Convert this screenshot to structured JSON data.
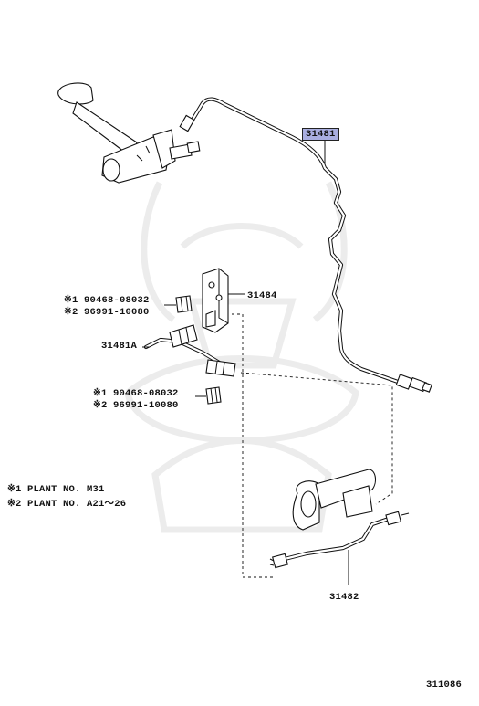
{
  "callouts": {
    "main_line": "31481",
    "bracket": "31484",
    "hose": "31481A",
    "rear_tube": "31482"
  },
  "upper_clips": [
    {
      "mark": "※1",
      "part": "90468-08032"
    },
    {
      "mark": "※2",
      "part": "96991-10080"
    }
  ],
  "lower_clips": [
    {
      "mark": "※1",
      "part": "90468-08032"
    },
    {
      "mark": "※2",
      "part": "96991-10080"
    }
  ],
  "notes": [
    {
      "mark": "※1",
      "text": "PLANT NO. M31"
    },
    {
      "mark": "※2",
      "text": "PLANT NO. A21～26"
    }
  ],
  "figure_number": "311086",
  "colors": {
    "highlight": "#a9aee0",
    "ink": "#111111",
    "watermark": "#ececec"
  }
}
